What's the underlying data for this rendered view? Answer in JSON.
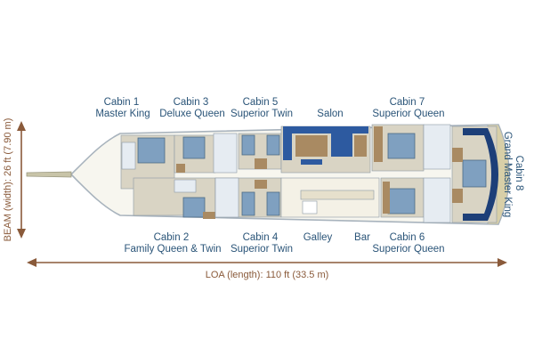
{
  "labels": {
    "cabin1": [
      "Cabin 1",
      "Master King"
    ],
    "cabin3": [
      "Cabin 3",
      "Deluxe Queen"
    ],
    "cabin5": [
      "Cabin 5",
      "Superior Twin"
    ],
    "salon": "Salon",
    "cabin7": [
      "Cabin 7",
      "Superior Queen"
    ],
    "cabin8": [
      "Cabin 8",
      "Grand Master King"
    ],
    "cabin2": [
      "Cabin 2",
      "Family Queen & Twin"
    ],
    "cabin4": [
      "Cabin 4",
      "Superior Twin"
    ],
    "galley": "Galley",
    "bar": "Bar",
    "cabin6": [
      "Cabin 6",
      "Superior Queen"
    ]
  },
  "dimensions": {
    "beam": "BEAM (width): 26 ft (7.90 m)",
    "loa": "LOA (length): 110 ft (33.5 m)"
  },
  "colors": {
    "bed": "#7fa0c0",
    "bathroom": "#e6ecf2",
    "floor": "#d9d4c4",
    "furniture": "#a98a62",
    "salon_seating": "#2d5aa0",
    "text": "#2a5478",
    "dimension": "#8a5a3a",
    "hull": "#f7f6ef"
  }
}
